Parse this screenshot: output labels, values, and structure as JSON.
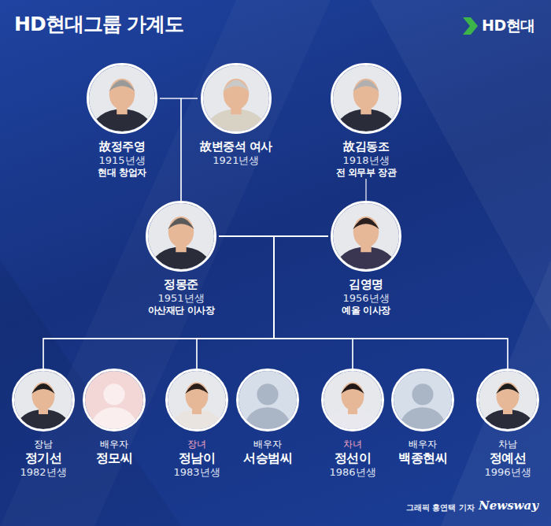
{
  "diagram": {
    "title": "HD현대그룹 가계도",
    "nodes": [
      {
        "text": [
          "故정주영",
          "1915년생",
          "현대 창업자"
        ]
      },
      {
        "text": [
          "故변중석 여사",
          "1921년생"
        ]
      },
      {
        "text": [
          "故김동조",
          "1918년생",
          "전 외무부 장관"
        ]
      },
      {
        "text": [
          "정몽준",
          "1951년생",
          "아산재단 이사장"
        ]
      },
      {
        "text": [
          "김영명",
          "1956년생",
          "예올 이사장"
        ]
      },
      {
        "text": [
          "장남",
          "정기선",
          "1982년생"
        ]
      },
      {
        "text": [
          "배우자",
          "정모씨"
        ]
      },
      {
        "text": [
          "장녀",
          "정남이",
          "1983년생"
        ]
      },
      {
        "text": [
          "배우자",
          "서승범씨"
        ]
      },
      {
        "text": [
          "차녀",
          "정선이",
          "1986년생"
        ]
      },
      {
        "text": [
          "배우자",
          "백종현씨"
        ]
      },
      {
        "text": [
          "차남",
          "정예선",
          "1996년생"
        ]
      }
    ],
    "edges": [
      {
        "from": 0,
        "to": 3,
        "arrow": "none"
      },
      {
        "from": 1,
        "to": 3,
        "arrow": "none"
      },
      {
        "from": 2,
        "to": 4,
        "arrow": "none"
      },
      {
        "from": 3,
        "to": 4,
        "arrow": "none"
      },
      {
        "from": 3,
        "to": 5,
        "arrow": "none"
      },
      {
        "from": 3,
        "to": 7,
        "arrow": "none"
      },
      {
        "from": 3,
        "to": 9,
        "arrow": "none"
      },
      {
        "from": 3,
        "to": 11,
        "arrow": "none"
      },
      {
        "from": 4,
        "to": 5,
        "arrow": "none"
      },
      {
        "from": 4,
        "to": 7,
        "arrow": "none"
      },
      {
        "from": 4,
        "to": 9,
        "arrow": "none"
      },
      {
        "from": 4,
        "to": 11,
        "arrow": "none"
      }
    ],
    "labels": [
      "HD현대",
      "그래픽 홍연택 기자",
      "Newsway"
    ]
  }
}
